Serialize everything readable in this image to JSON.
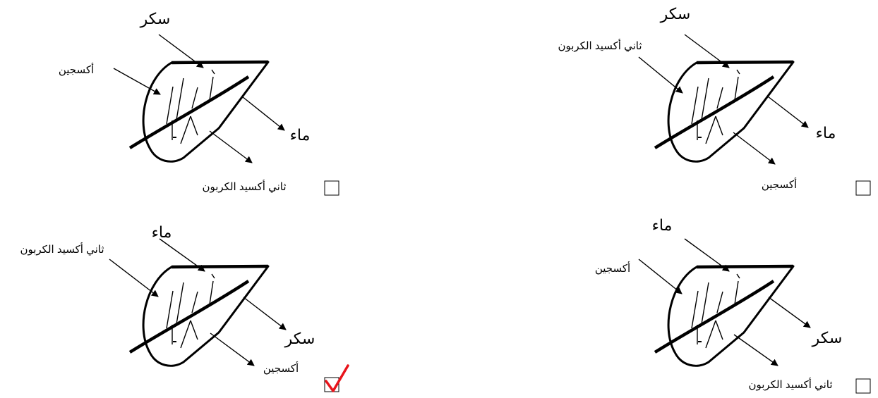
{
  "options": [
    {
      "id": "option-top-left",
      "labels": {
        "top": "سكر",
        "left": "أكسجين",
        "right": "ماء",
        "bottom": "ثاني أكسيد الكربون"
      },
      "checked": false
    },
    {
      "id": "option-top-right",
      "labels": {
        "top": "سكر",
        "left": "ثاني أكسيد الكربون",
        "right": "ماء",
        "bottom": "أكسجين"
      },
      "checked": false
    },
    {
      "id": "option-bottom-left",
      "labels": {
        "top": "ماء",
        "left": "ثاني أكسيد الكربون",
        "right": "سكر",
        "bottom": "أكسجين"
      },
      "checked": true
    },
    {
      "id": "option-bottom-right",
      "labels": {
        "top": "ماء",
        "left": "أكسجين",
        "right": "سكر",
        "bottom": "ثاني أكسيد الكربون"
      },
      "checked": false
    }
  ],
  "colors": {
    "stroke": "#000000",
    "check_mark": "#e8141b"
  },
  "icons": {
    "leaf": "leaf-icon",
    "arrow": "arrow-icon",
    "checkbox": "checkbox-icon",
    "check": "check-mark-icon"
  }
}
